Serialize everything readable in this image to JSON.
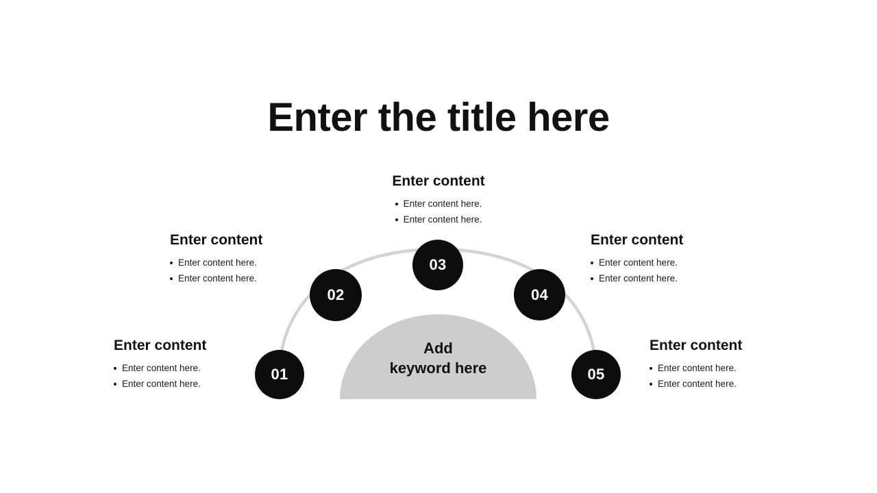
{
  "slide": {
    "title": "Enter the title here",
    "background_color": "#ffffff"
  },
  "center": {
    "keyword_line1": "Add",
    "keyword_line2": "keyword here",
    "shape_color": "#cdcdcd"
  },
  "theme": {
    "circle_color": "#0d0d0d",
    "circle_text_color": "#ffffff",
    "arc_color": "#d3d3d3",
    "text_color": "#111111"
  },
  "steps": [
    {
      "number": "01",
      "heading": "Enter content",
      "bullets": [
        "Enter content here.",
        "Enter content here."
      ]
    },
    {
      "number": "02",
      "heading": "Enter content",
      "bullets": [
        "Enter content here.",
        "Enter content here."
      ]
    },
    {
      "number": "03",
      "heading": "Enter content",
      "bullets": [
        "Enter content here.",
        "Enter content here."
      ]
    },
    {
      "number": "04",
      "heading": "Enter content",
      "bullets": [
        "Enter content here.",
        "Enter content here."
      ]
    },
    {
      "number": "05",
      "heading": "Enter content",
      "bullets": [
        "Enter content here.",
        "Enter content here."
      ]
    }
  ]
}
